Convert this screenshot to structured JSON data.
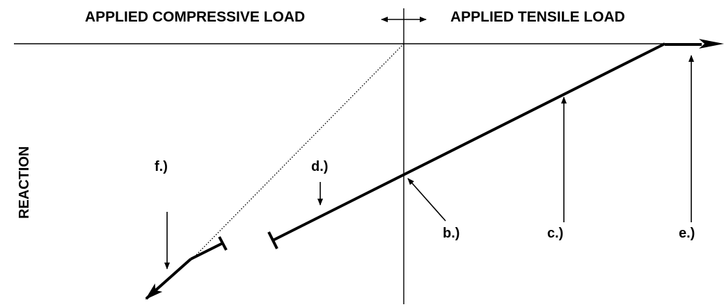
{
  "header": {
    "left_label": "APPLIED COMPRESSIVE LOAD",
    "right_label": "APPLIED TENSILE LOAD"
  },
  "y_axis_label": "REACTION",
  "callouts": {
    "b": "b.)",
    "c": "c.)",
    "d": "d.)",
    "e": "e.)",
    "f": "f.)"
  }
}
